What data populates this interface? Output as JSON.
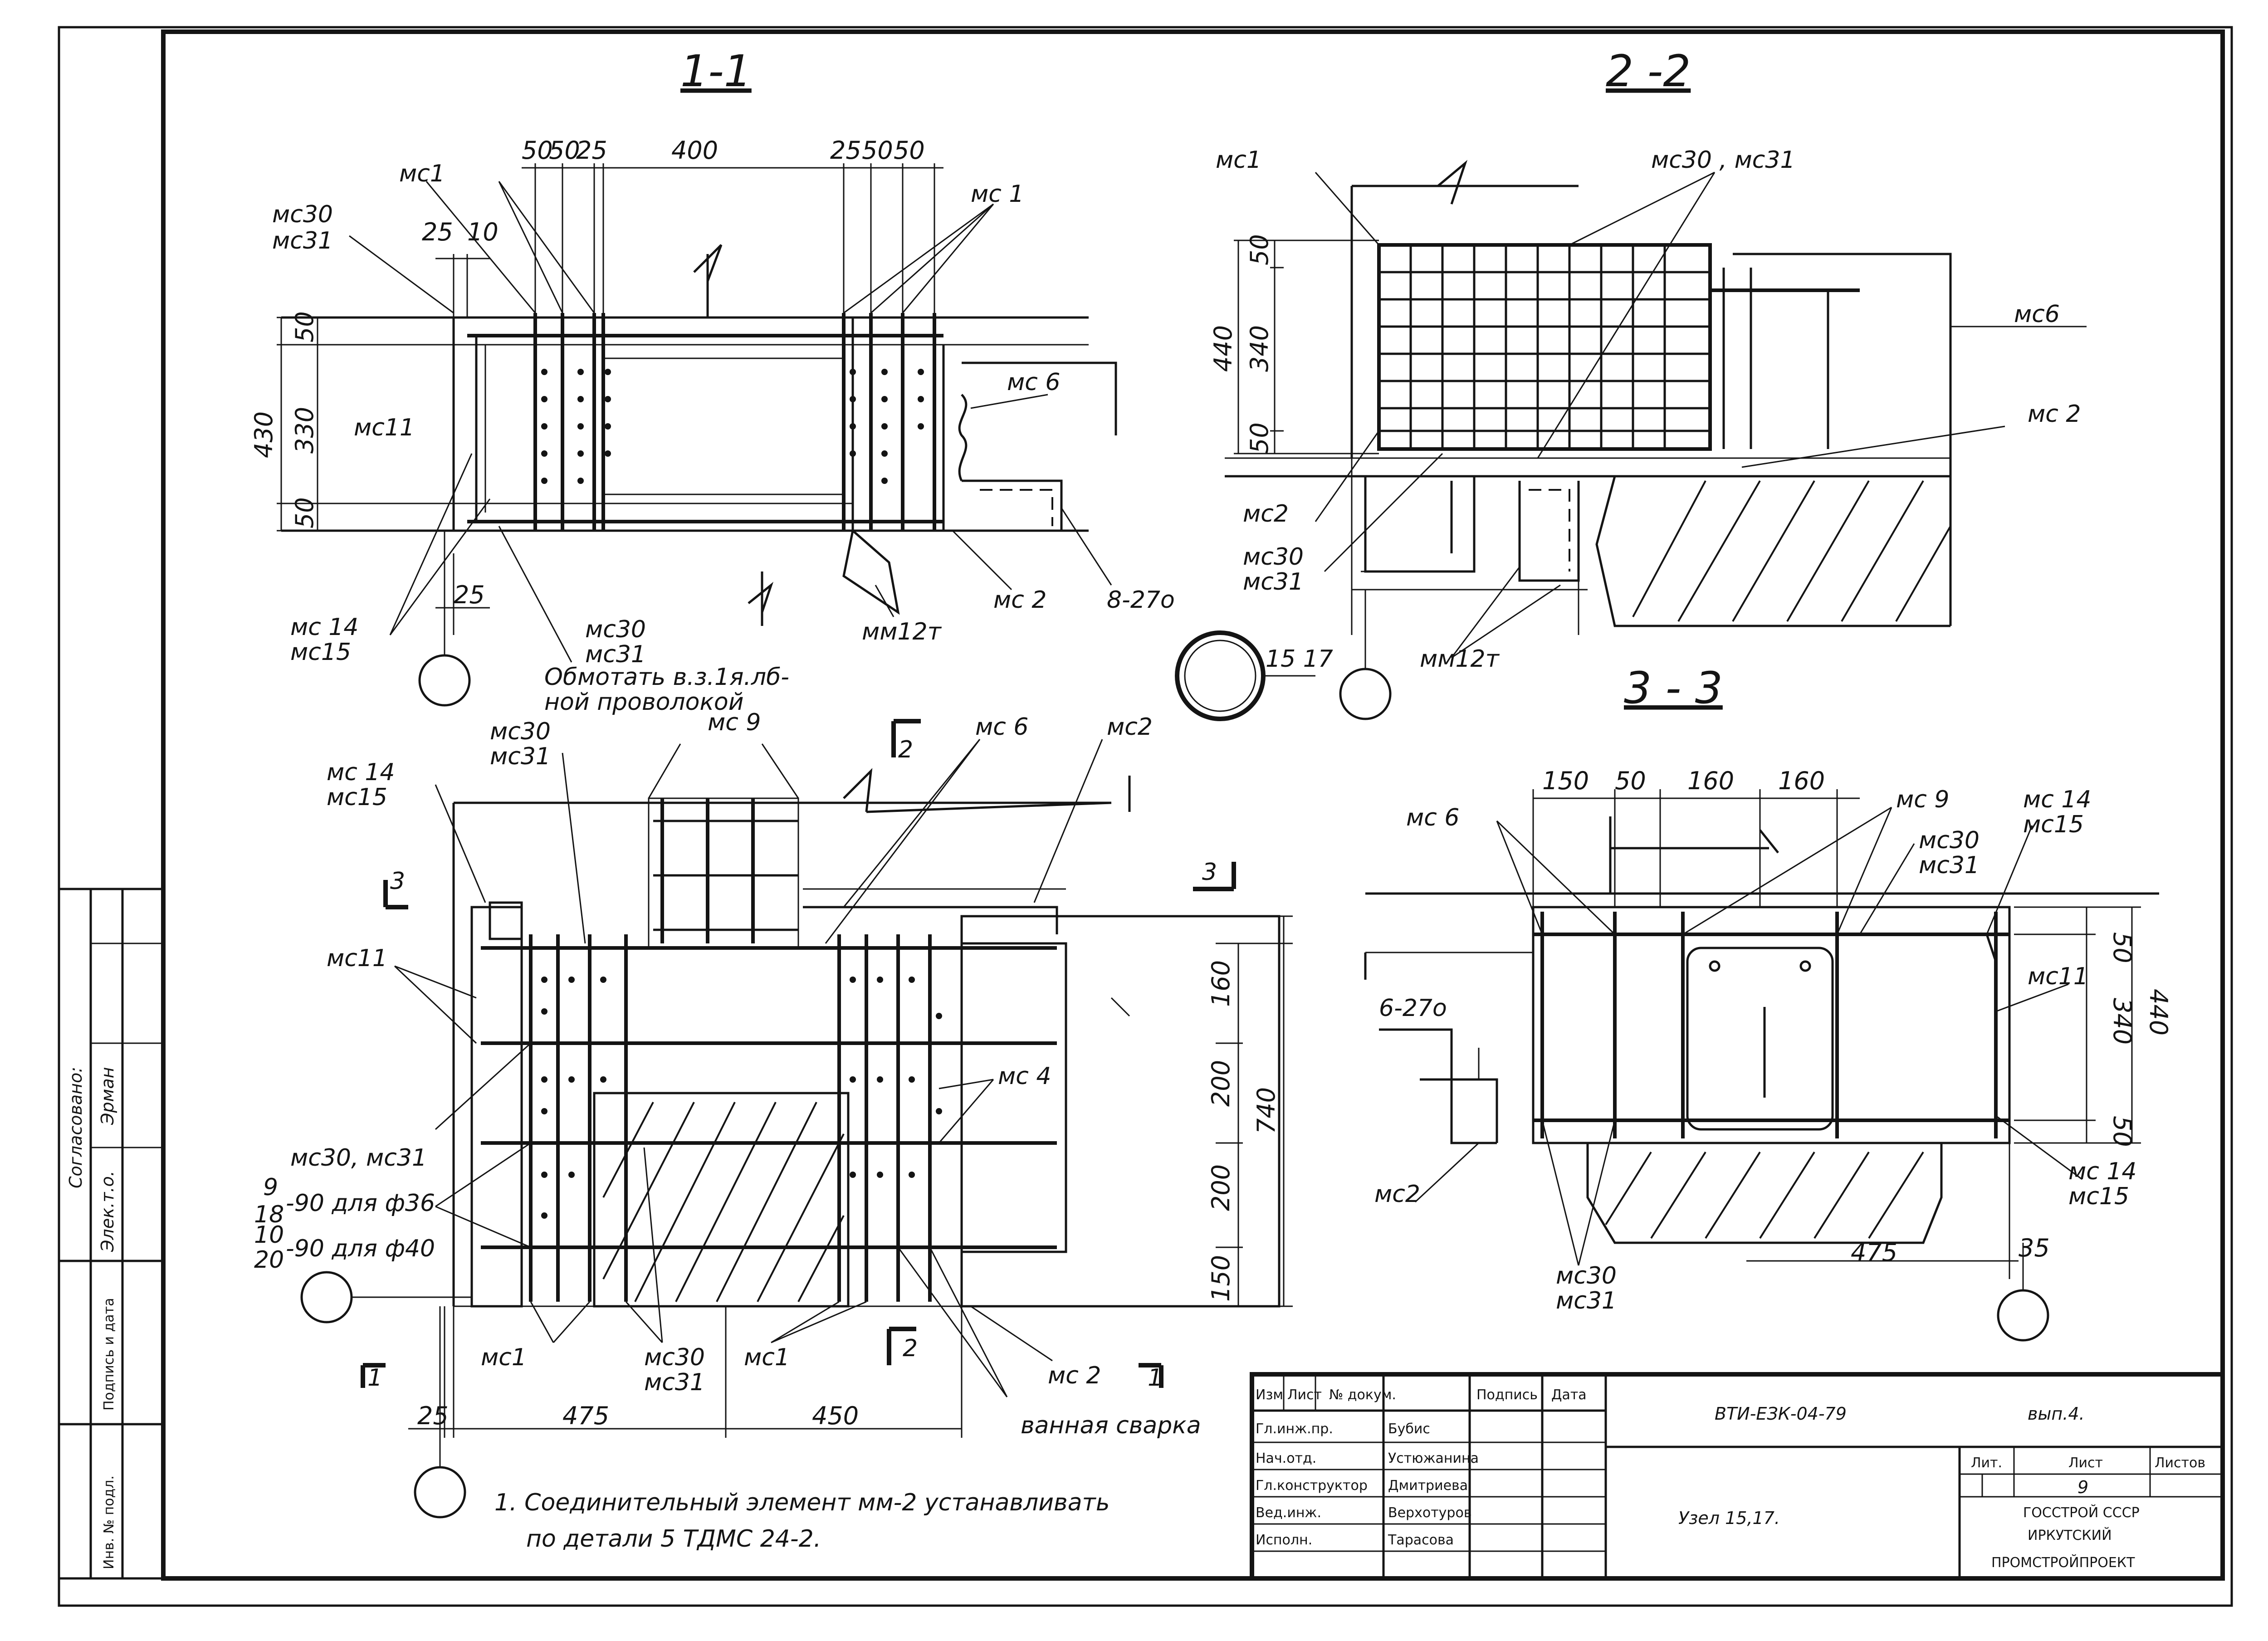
{
  "sections": {
    "s11": "1-1",
    "s22": "2 -2",
    "s33": "3 - 3"
  },
  "marks": {
    "mc1": "мс1",
    "mc1b": "мс 1",
    "mc2": "мс2",
    "mc2b": "мс 2",
    "mc4": "мс 4",
    "mc6": "мс 6",
    "mc6b": "мс6",
    "mc9": "мс 9",
    "mc11": "мс11",
    "mc14": "мс 14",
    "mc15": "мс15",
    "mc30": "мс30",
    "mc31": "мс31",
    "mc30_31": "мс30 , мс31",
    "mc30_nc31": "мс30, мс31",
    "mm12": "мм12т",
    "weld_8_270": "8-27о",
    "weld_6_270": "6-27о",
    "wrap_note_1": "Обмотать в.з.1я.лб-",
    "wrap_note_2": "ной проволокой",
    "bath_weld": "ванная сварка",
    "rebar_36_a": "9",
    "rebar_36_b": "18",
    "rebar_36_c": "-90 для ф36",
    "rebar_40_a": "10",
    "rebar_40_b": "20",
    "rebar_40_c": "-90 для ф40",
    "cut_2": "2",
    "cut_3": "3",
    "cut_1": "1",
    "node_ref": "15 17"
  },
  "dims_11": {
    "top": [
      "50",
      "50",
      "25",
      "400",
      "25",
      "50",
      "50"
    ],
    "left_small": [
      "25",
      "10"
    ],
    "height_total": "430",
    "height_mid": "330",
    "height_top": "50",
    "height_bot": "50",
    "bottom": "25"
  },
  "dims_22": {
    "height_total": "440",
    "height_mid": "340",
    "height_top": "50",
    "height_bot": "50"
  },
  "dims_plan": {
    "right_parts": [
      "160",
      "200",
      "200",
      "150"
    ],
    "right_total": "740",
    "bottom": [
      "25",
      "475",
      "450"
    ]
  },
  "dims_33": {
    "top": [
      "150",
      "50",
      "160",
      "160"
    ],
    "right_parts": [
      "50",
      "340",
      "50"
    ],
    "right_total": "440",
    "bottom": "475",
    "bottom_small": "35"
  },
  "stamp": {
    "side_agreed": "Согласовано:",
    "side_name": "Эрман",
    "side_role": "Элек.т.о.",
    "side_inv": "Инв. № подл.",
    "side_sign": "Подпись и дата",
    "headers": [
      "Изм",
      "Лист",
      "№ докум.",
      "Подпись",
      "Дата"
    ],
    "rows": [
      [
        "Гл.инж.пр.",
        "Бубис"
      ],
      [
        "Нач.отд.",
        "Устюжанина"
      ],
      [
        "Гл.конструктор",
        "Дмитриева"
      ],
      [
        "Вед.инж.",
        "Верхотуров"
      ],
      [
        "Исполн.",
        "Тарасова"
      ]
    ],
    "doc_code": "ВТИ-ЕЗК-04-79",
    "issue": "вып.4.",
    "title": "Узел 15,17.",
    "col_stage": "Лит.",
    "col_sheet": "Лист",
    "col_sheets": "Листов",
    "sheet_no": "9",
    "org_1": "ГОССТРОЙ СССР",
    "org_2": "ИРКУТСКИЙ",
    "org_3": "ПРОМСТРОЙПРОЕКТ"
  },
  "note": {
    "line1": "1. Соединительный элемент мм-2 устанавливать",
    "line2": "по детали 5 ТДМС 24-2."
  }
}
